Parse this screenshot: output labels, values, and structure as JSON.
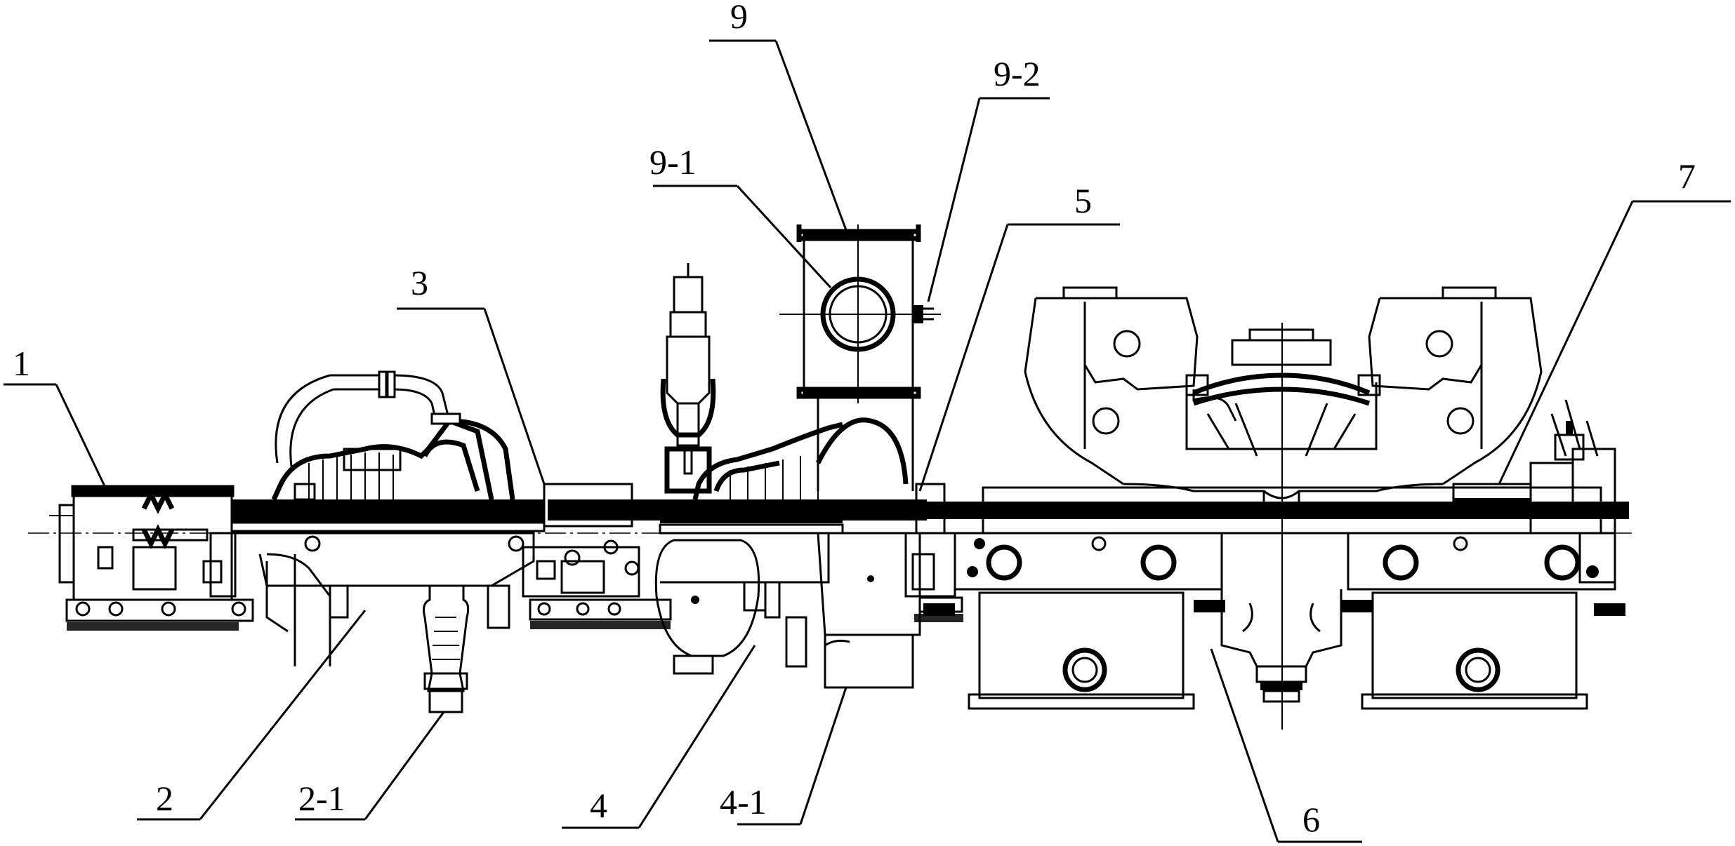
{
  "callouts": {
    "c1": "1",
    "c2": "2",
    "c2_1": "2-1",
    "c3": "3",
    "c4": "4",
    "c4_1": "4-1",
    "c5": "5",
    "c6": "6",
    "c7": "7",
    "c9": "9",
    "c9_1": "9-1",
    "c9_2": "9-2"
  }
}
